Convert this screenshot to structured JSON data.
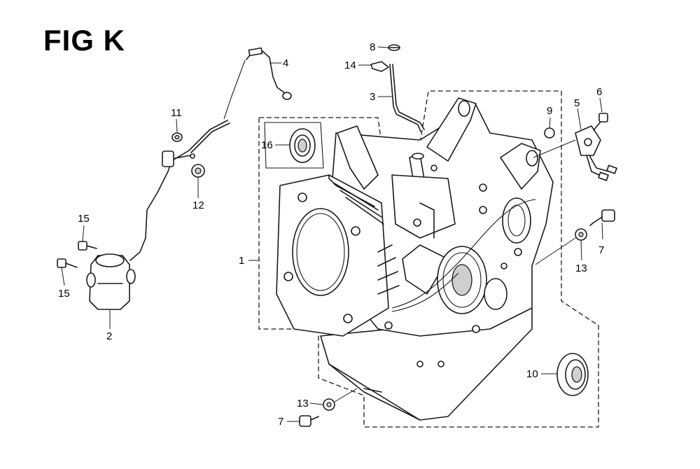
{
  "figure": {
    "title": "FIG K"
  },
  "callouts": [
    {
      "id": "c1",
      "label": "1"
    },
    {
      "id": "c2",
      "label": "2"
    },
    {
      "id": "c3",
      "label": "3"
    },
    {
      "id": "c4",
      "label": "4"
    },
    {
      "id": "c5",
      "label": "5"
    },
    {
      "id": "c6",
      "label": "6"
    },
    {
      "id": "c7a",
      "label": "7"
    },
    {
      "id": "c7b",
      "label": "7"
    },
    {
      "id": "c8",
      "label": "8"
    },
    {
      "id": "c9",
      "label": "9"
    },
    {
      "id": "c10",
      "label": "10"
    },
    {
      "id": "c11",
      "label": "11"
    },
    {
      "id": "c12",
      "label": "12"
    },
    {
      "id": "c13a",
      "label": "13"
    },
    {
      "id": "c13b",
      "label": "13"
    },
    {
      "id": "c14",
      "label": "14"
    },
    {
      "id": "c15a",
      "label": "15"
    },
    {
      "id": "c15b",
      "label": "15"
    },
    {
      "id": "c16",
      "label": "16"
    }
  ]
}
